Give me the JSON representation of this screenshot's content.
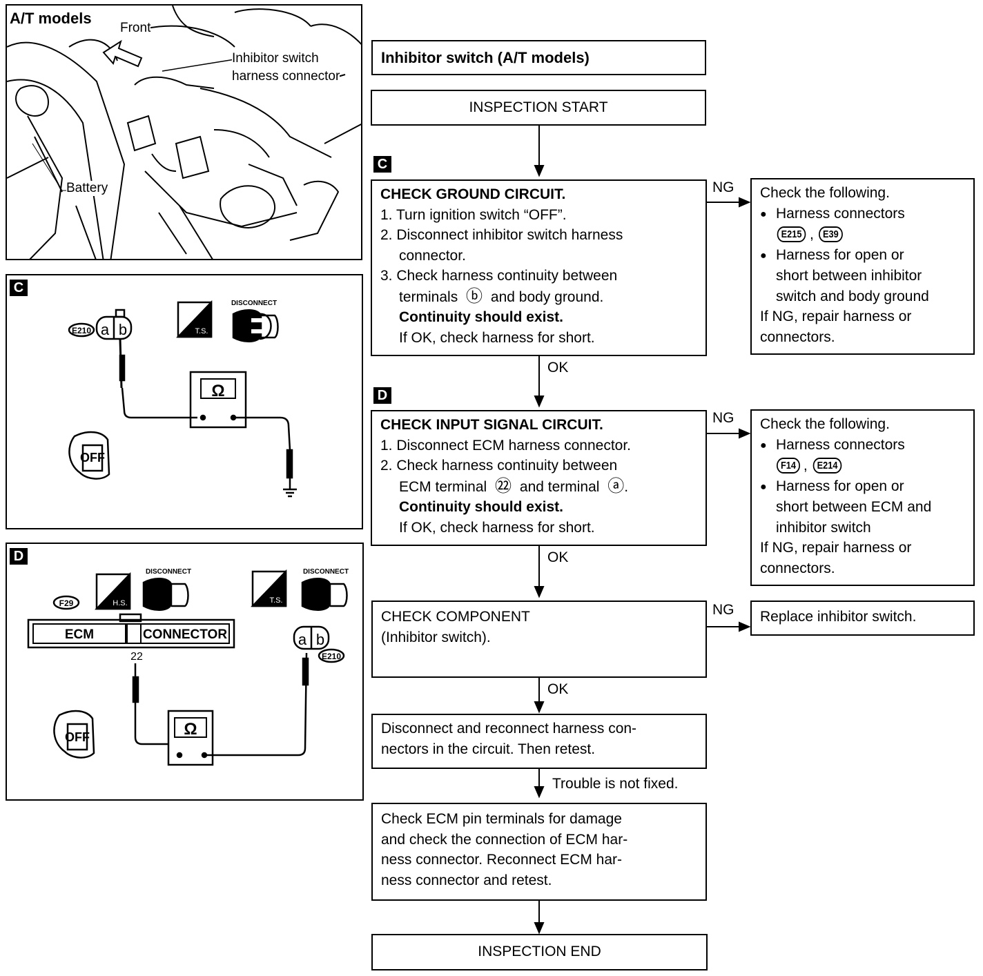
{
  "illustrations": {
    "top": {
      "title": "A/T models",
      "front_label": "Front",
      "connector_label_1": "Inhibitor switch",
      "connector_label_2": "harness connector",
      "battery_label": "Battery"
    },
    "c": {
      "section": "C",
      "connector": "E210",
      "terminal_a": "a",
      "terminal_b": "b",
      "ts_label": "T.S.",
      "disconnect_label": "DISCONNECT",
      "meter": "Ω",
      "key_label": "OFF"
    },
    "d": {
      "section": "D",
      "connector_f": "F29",
      "hs_label": "H.S.",
      "ts_label": "T.S.",
      "disconnect_label_1": "DISCONNECT",
      "disconnect_label_2": "DISCONNECT",
      "ecm_label": "ECM",
      "connector_label": "CONNECTOR",
      "pin": "22",
      "terminal_a": "a",
      "terminal_b": "b",
      "connector_e": "E210",
      "meter": "Ω",
      "key_label": "OFF"
    }
  },
  "flow": {
    "title": "Inhibitor switch (A/T models)",
    "start": "INSPECTION START",
    "step_c": {
      "section": "C",
      "heading": "CHECK GROUND CIRCUIT.",
      "l1": "1. Turn ignition switch “OFF”.",
      "l2a": "2. Disconnect inhibitor switch harness",
      "l2b": "connector.",
      "l3a": "3. Check harness continuity between",
      "l3b_pre": "terminals",
      "l3b_term": "ⓑ",
      "l3b_post": "and body ground.",
      "l4": "Continuity should exist.",
      "l5": "If OK, check harness for short.",
      "ng": "NG",
      "ok": "OK"
    },
    "ng_c": {
      "head": "Check the following.",
      "b1": "Harness connectors",
      "c1": "E215",
      "comma": ",",
      "c2": "E39",
      "b2a": "Harness for open or",
      "b2b": "short between inhibitor",
      "b2c": "switch and body ground",
      "r1": "If NG, repair harness or",
      "r2": "connectors."
    },
    "step_d": {
      "section": "D",
      "heading": "CHECK INPUT SIGNAL CIRCUIT.",
      "l1": "1. Disconnect ECM harness connector.",
      "l2a": "2. Check harness continuity between",
      "l2b_pre": "ECM terminal",
      "l2b_pin": "㉒",
      "l2b_mid": "and terminal",
      "l2b_term": "ⓐ",
      "l2b_end": ".",
      "l3": "Continuity should exist.",
      "l4": "If OK, check harness for short.",
      "ng": "NG",
      "ok": "OK"
    },
    "ng_d": {
      "head": "Check the following.",
      "b1": "Harness connectors",
      "c1": "F14",
      "comma": ",",
      "c2": "E214",
      "b2a": "Harness for open or",
      "b2b": "short between ECM and",
      "b2c": "inhibitor switch",
      "r1": "If NG, repair harness or",
      "r2": "connectors."
    },
    "component": {
      "l1": "CHECK COMPONENT",
      "l2": "(Inhibitor switch).",
      "ng": "NG",
      "ok": "OK"
    },
    "ng_component": "Replace inhibitor switch.",
    "reconnect": {
      "l1": "Disconnect and reconnect harness con-",
      "l2": "nectors in the circuit. Then retest."
    },
    "not_fixed": "Trouble is not fixed.",
    "ecm_check": {
      "l1": "Check ECM pin terminals for damage",
      "l2": "and check the connection of ECM har-",
      "l3": "ness connector. Reconnect ECM har-",
      "l4": "ness connector and retest."
    },
    "end": "INSPECTION END"
  }
}
